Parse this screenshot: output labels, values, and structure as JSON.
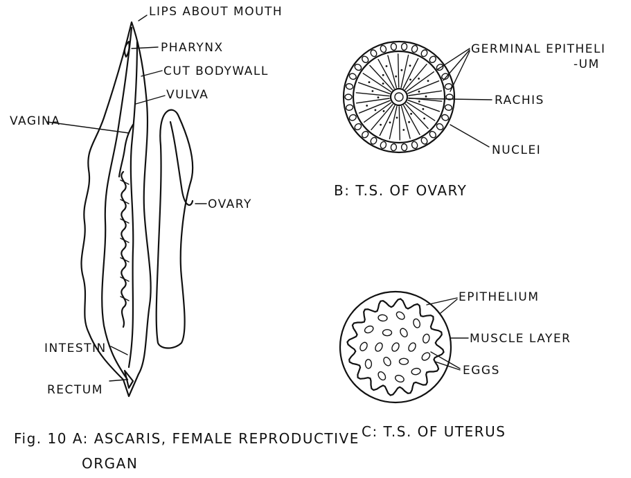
{
  "figure_a": {
    "labels": {
      "lips": "LIPS ABOUT MOUTH",
      "pharynx": "PHARYNX",
      "cut_bodywall": "CUT BODYWALL",
      "vulva": "VULVA",
      "vagina": "VAGINA",
      "ovary": "OVARY",
      "intestine": "INTESTIN",
      "rectum": "RECTUM"
    },
    "caption_line1": "Fig. 10 A: ASCARIS, FEMALE REPRODUCTIVE",
    "caption_line2": "ORGAN"
  },
  "figure_b": {
    "labels": {
      "germinal1": "GERMINAL EPITHELI",
      "germinal2": "-UM",
      "rachis": "RACHIS",
      "nuclei": "NUCLEI"
    },
    "caption": "B: T.S. OF OVARY"
  },
  "figure_c": {
    "labels": {
      "epithelium": "EPITHELIUM",
      "muscle": "MUSCLE LAYER",
      "eggs": "EGGS"
    },
    "caption": "C: T.S. OF UTERUS"
  }
}
